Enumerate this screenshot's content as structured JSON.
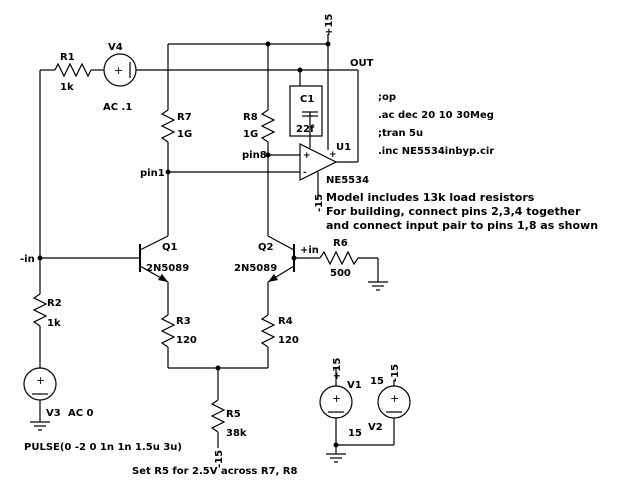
{
  "components": {
    "r1": {
      "name": "R1",
      "value": "1k"
    },
    "v4": {
      "name": "V4",
      "value": "AC .1",
      "plus": "+"
    },
    "r7": {
      "name": "R7",
      "value": "1G"
    },
    "r8": {
      "name": "R8",
      "value": "1G"
    },
    "c1": {
      "name": "C1",
      "value": "22f"
    },
    "u1": {
      "name": "U1",
      "part": "NE5534",
      "plus": "+",
      "minus": "-"
    },
    "q1": {
      "name": "Q1",
      "part": "2N5089"
    },
    "q2": {
      "name": "Q2",
      "part": "2N5089"
    },
    "r6": {
      "name": "R6",
      "value": "500"
    },
    "r2": {
      "name": "R2",
      "value": "1k"
    },
    "r3": {
      "name": "R3",
      "value": "120"
    },
    "r4": {
      "name": "R4",
      "value": "120"
    },
    "r5": {
      "name": "R5",
      "value": "38k"
    },
    "v3": {
      "name": "V3",
      "value": "AC 0",
      "plus": "+",
      "pulse": "PULSE(0 -2 0 1n 1n 1.5u 3u)"
    },
    "v1": {
      "name": "V1",
      "value": "15",
      "plus": "+"
    },
    "v2": {
      "name": "V2",
      "value": "15",
      "plus": "+"
    }
  },
  "nets": {
    "out": "OUT",
    "pin1": "pin1",
    "pin8": "pin8",
    "minus_in": "-in",
    "plus_in": "+in",
    "vpos": "+15",
    "vneg": "-15"
  },
  "spice": [
    ";op",
    ".ac dec 20 10 30Meg",
    ";tran 5u",
    ".inc NE5534inbyp.cir"
  ],
  "notes": {
    "model": "Model includes 13k load resistors",
    "building": "For building, connect pins 2,3,4 together",
    "input_pair": "and connect input pair to pins 1,8 as shown",
    "r5_note": "Set R5 for 2.5V across R7, R8"
  }
}
